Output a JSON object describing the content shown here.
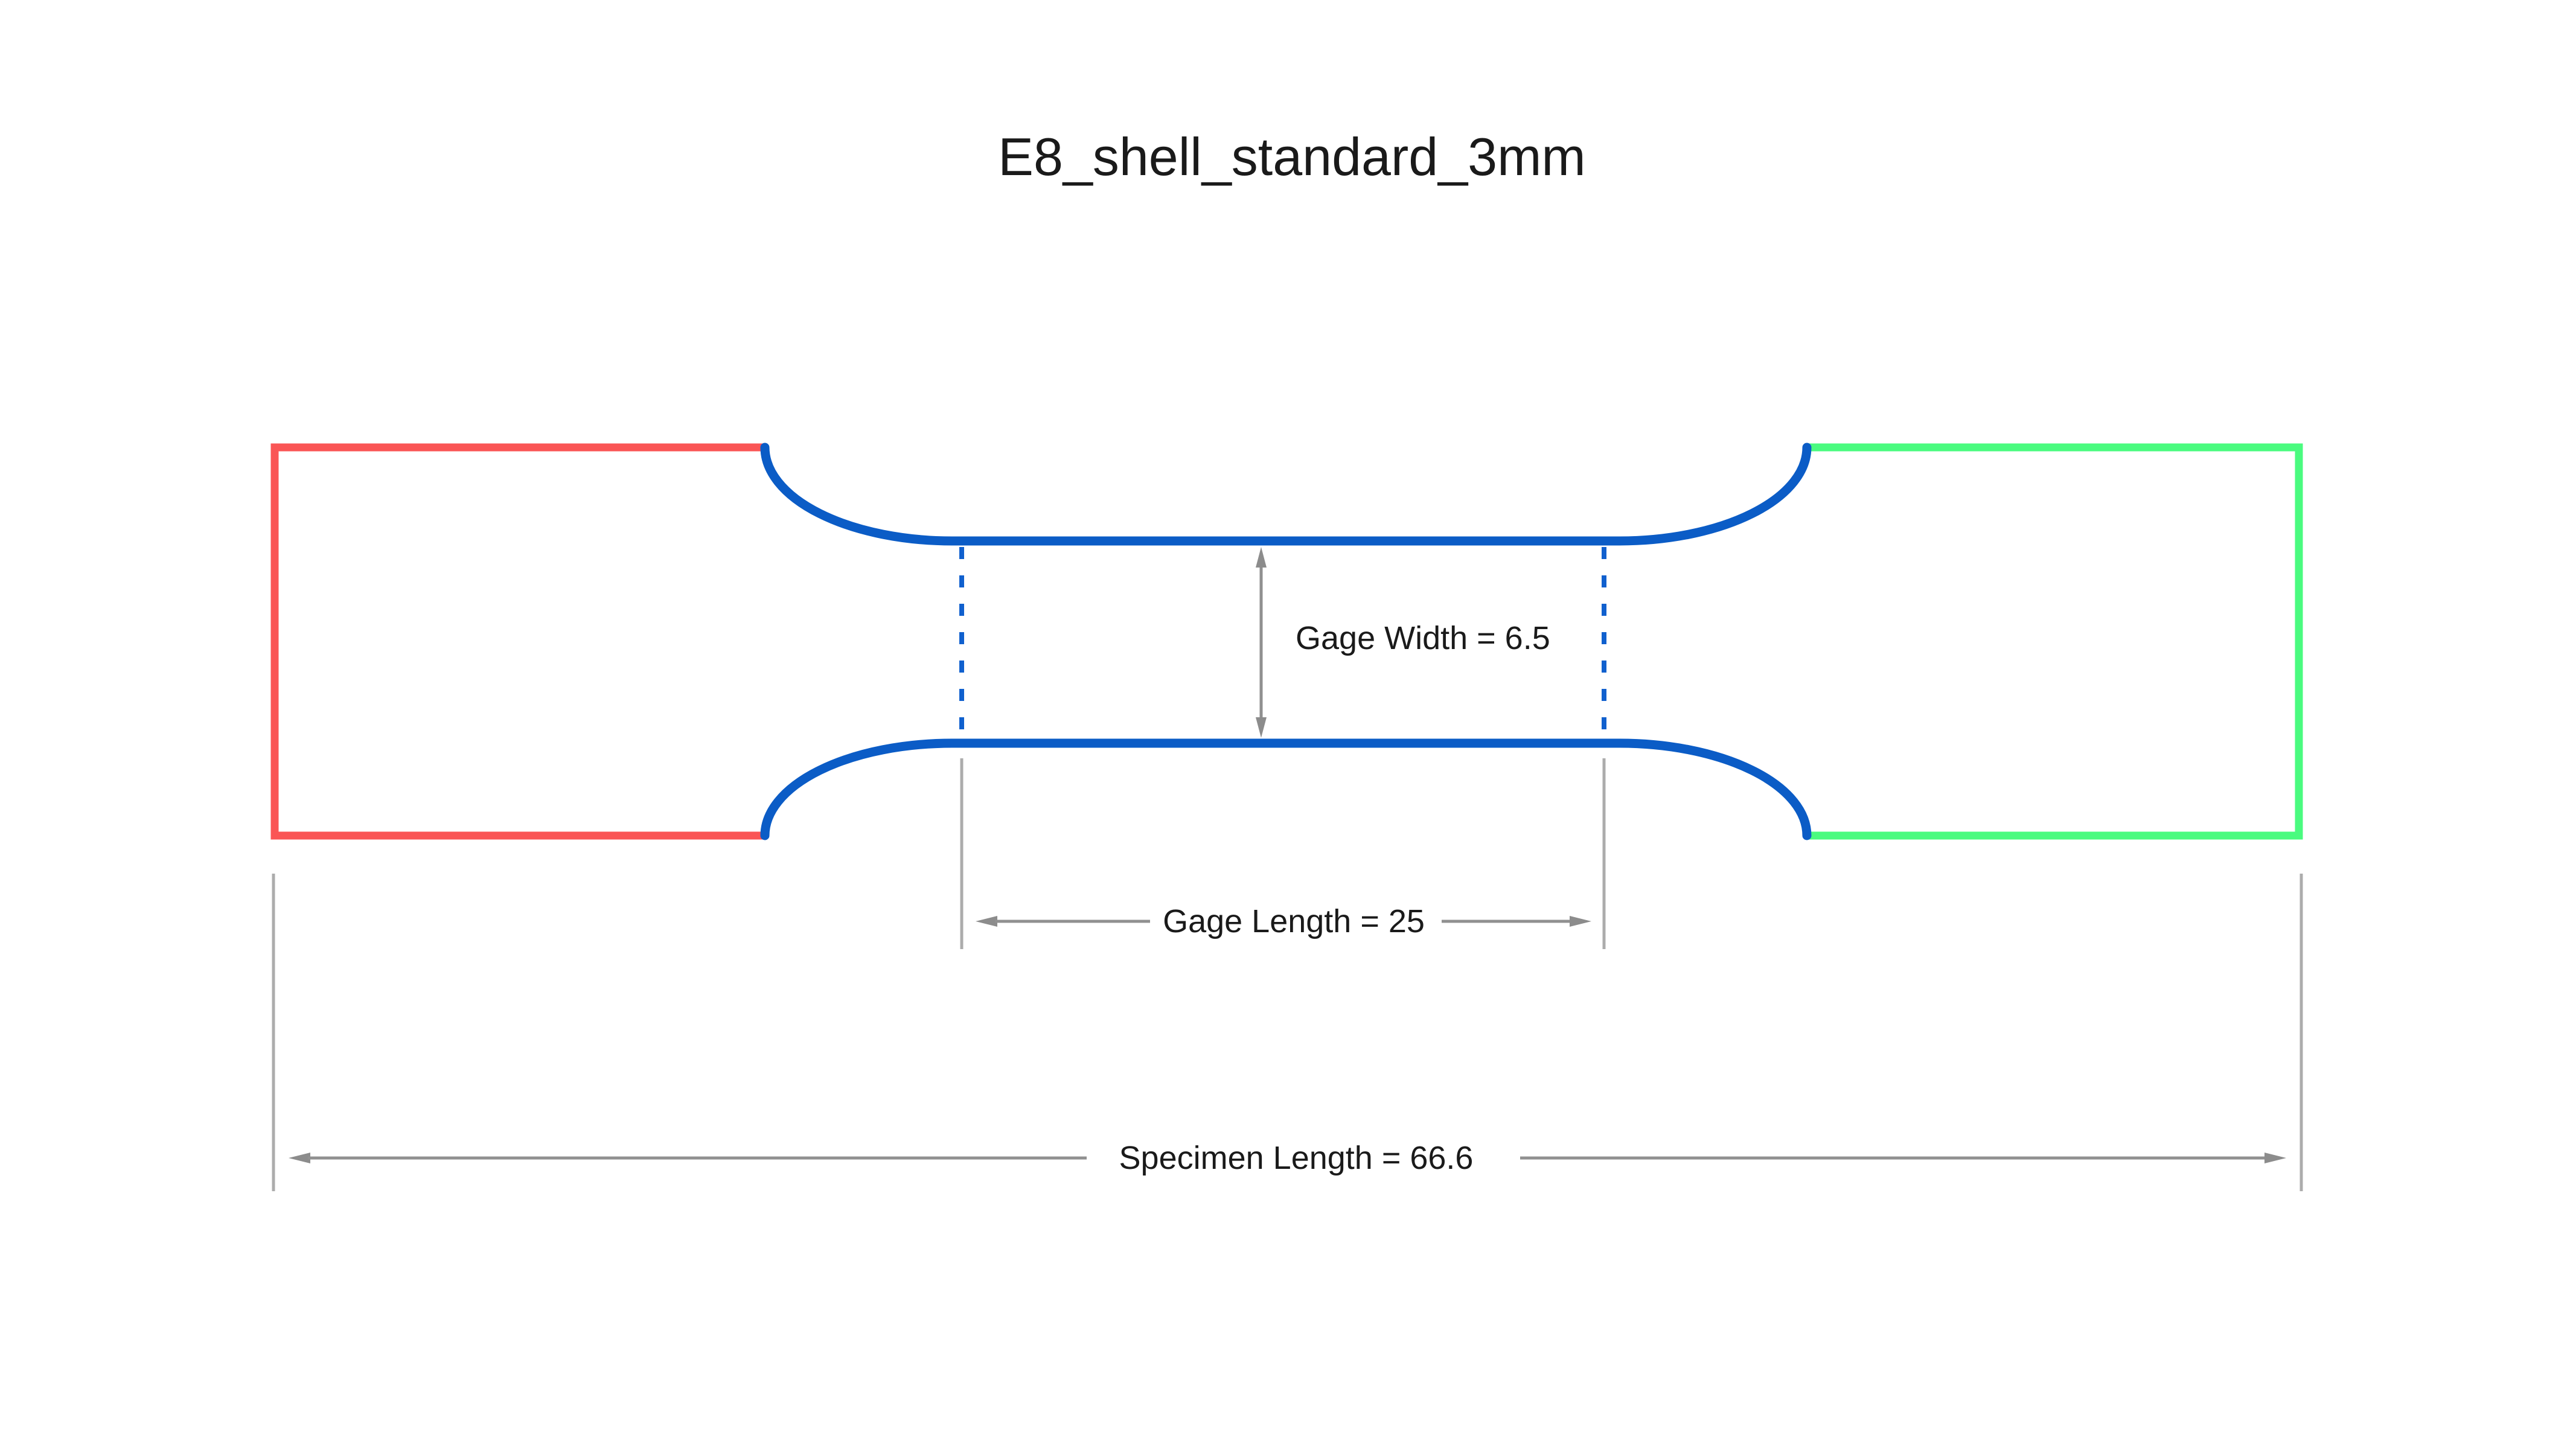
{
  "title": "E8_shell_standard_3mm",
  "dims": {
    "gage_width": {
      "label": "Gage Width = 6.5",
      "value": 6.5
    },
    "gage_length": {
      "label": "Gage Length = 25",
      "value": 25
    },
    "specimen_length": {
      "label": "Specimen Length = 66.6",
      "value": 66.6
    }
  },
  "colors": {
    "left_grip": "#FA5555",
    "right_grip": "#4AFB7F",
    "gage_outline": "#0B5CC6",
    "dashed_marker": "#1060CE",
    "dimension_line": "#909090",
    "arrowhead": "#8C8C8C",
    "extension_line": "#ACACAC",
    "text": "#1A1A1A",
    "background": "#FFFFFF"
  }
}
